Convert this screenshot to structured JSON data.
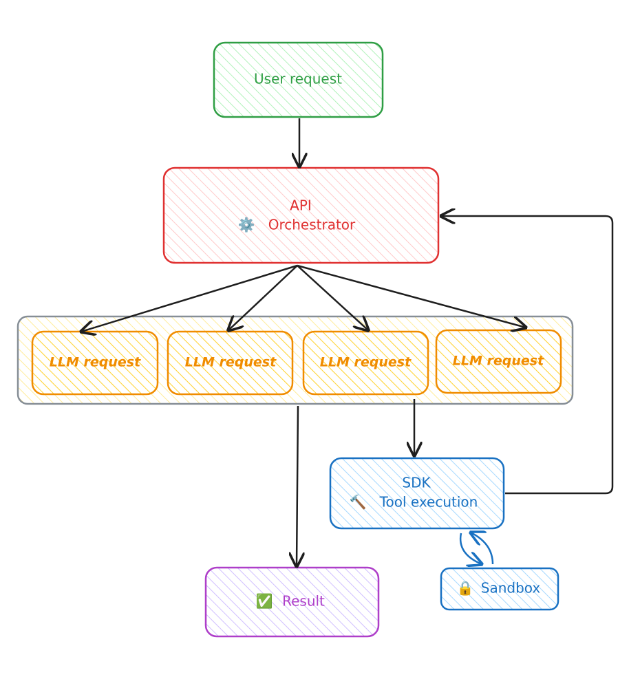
{
  "colors": {
    "green": "#2f9e44",
    "red": "#e03131",
    "orange": "#f08c00",
    "gray": "#868e96",
    "blue": "#1971c2",
    "purple": "#ae3ec9",
    "arrow": "#1e1e1e"
  },
  "nodes": {
    "user_request": {
      "label": "User request"
    },
    "orchestrator": {
      "line1": "API",
      "icon": "⚙️",
      "line2": "Orchestrator"
    },
    "llm": [
      "LLM request",
      "LLM request",
      "LLM request",
      "LLM request"
    ],
    "sdk": {
      "line1": "SDK",
      "icon": "🔨",
      "line2": "Tool execution"
    },
    "sandbox": {
      "icon": "🔒",
      "label": "Sandbox"
    },
    "result": {
      "icon": "✅",
      "label": "Result"
    }
  }
}
